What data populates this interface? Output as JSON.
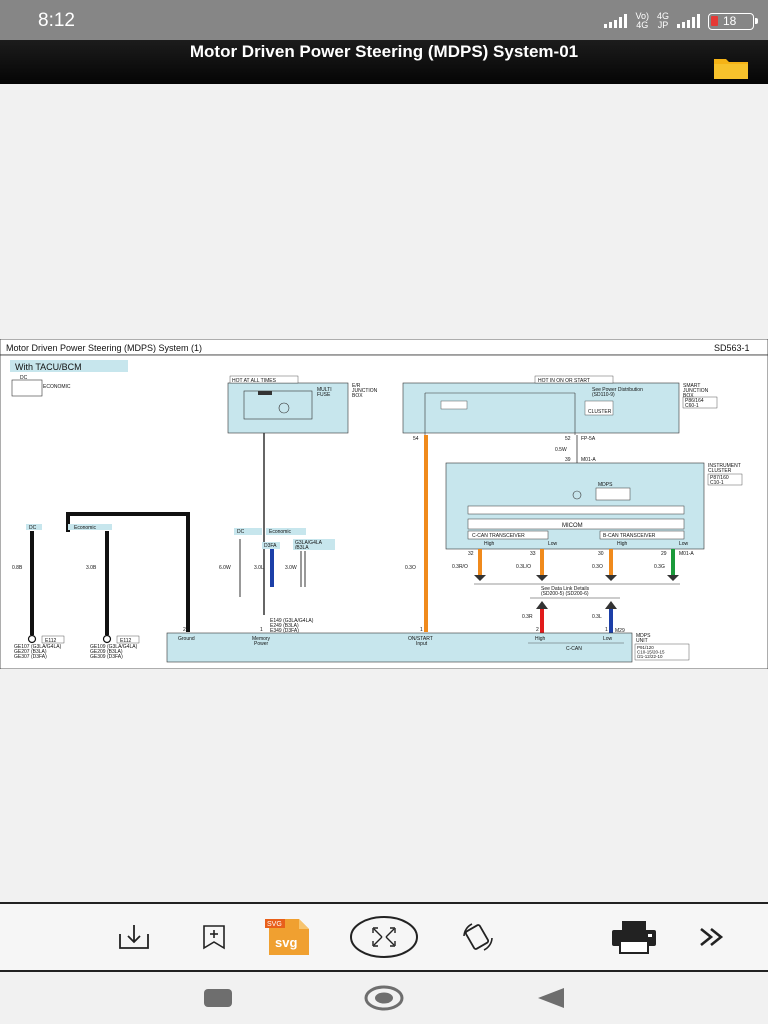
{
  "status_bar": {
    "time": "8:12",
    "network_1": "Vo)\n4G",
    "network_2": "4G\nJP",
    "battery_level": "18"
  },
  "header": {
    "title": "Motor Driven Power Steering (MDPS) System-01",
    "folder_icon": "folder-icon"
  },
  "diagram": {
    "title": "Motor Driven Power Steering (MDPS) System (1)",
    "code": "SD563-1",
    "variant": "With TACU/BCM",
    "dc": "DC",
    "economic": "ECONOMIC",
    "hot_at_all_times": "HOT AT ALL TIMES",
    "hot_in_on_or_start": "HOT IN ON OR START",
    "er_junction_box": "E/R\nJUNCTION\nBOX",
    "multi_fuse": "MULTI\nFUSE",
    "smart_junction_box": "SMART\nJUNCTION\nBOX",
    "smart_jb_code": "P86/164\nC60-1",
    "see_power_distribution": "See Power Distribution\n(SD110-9)",
    "cluster_label": "CLUSTER",
    "pin_54": "54",
    "pin_52": "52",
    "fp_5a": "FP-5A",
    "wire_0_5w": "0.5W",
    "pin_39": "39",
    "m01_a": "M01-A",
    "instrument_cluster": "INSTRUMENT\nCLUSTER",
    "instrument_cluster_code": "P87/160\nC10-1",
    "mdps_indicator": "MDPS",
    "micom": "MICOM",
    "c_can_transceiver": "C-CAN TRANSCEIVER",
    "b_can_transceiver": "B-CAN TRANSCEIVER",
    "high": "High",
    "low": "Low",
    "pin_32": "32",
    "pin_33": "33",
    "pin_30": "30",
    "pin_29": "29",
    "m01_a_2": "M01-A",
    "wire_0_3r_o": "0.3R/O",
    "wire_0_3l_o": "0.3L/O",
    "wire_0_3o": "0.3O",
    "wire_0_3g": "0.3G",
    "see_data_link": "See Data Link Details\n(SD200-5) (SD200-6)",
    "wire_0_3r": "0.3R",
    "wire_0_3l": "0.3L",
    "m29": "M29",
    "dc_2": "DC",
    "economic_2": "Economic",
    "wire_0_8b_1": "0.8B",
    "wire_3_0b": "3.0B",
    "dc_3": "DC",
    "economic_3": "Economic",
    "d3fa": "D3FA",
    "g3la_g4la": "G3LA/G4LA\n/B3LA",
    "wire_6_0w": "6.0W",
    "wire_3_0l": "3.0L",
    "wire_3_0w": "3.0W",
    "wire_0_3o_main": "0.3O",
    "e_codes": "E149 (G3LA/G4LA)\nE249 (B3LA)\nE349 (D3FA)",
    "pin_2": "2",
    "pin_1a": "1",
    "pin_1b": "1",
    "pin_2b": "2",
    "pin_1c": "1",
    "ground": "Ground",
    "memory_power": "Memory\nPower",
    "on_start_input": "ON/START\nInput",
    "c_can_high": "High",
    "c_can_low": "Low",
    "c_can": "C-CAN",
    "mdps_unit": "MDPS\nUNIT",
    "mdps_unit_code": "P91/120\nC10-15/20-15\n/21-12/22-10",
    "ge_left": "GE107 (G3LA/G4LA)\nGE207 (B3LA)\nGE307 (D3FA)",
    "ge_right": "GE109 (G3LA/G4LA)\nGE209 (B3LA)\nGE309 (D3FA)",
    "e112": "E112",
    "e112b": "E112"
  },
  "toolbar": {
    "svg_label": "svg",
    "svg_badge": "SVG"
  },
  "colors": {
    "orange": "#f08a1c",
    "green": "#1a9a3a",
    "blue": "#1c3fa8",
    "red": "#e11b1b",
    "box_fill": "#c7e6ed",
    "status_bar": "#868686",
    "svg_orange": "#f0a030"
  }
}
